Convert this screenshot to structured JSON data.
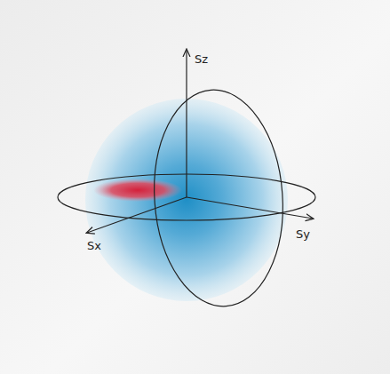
{
  "diagram": {
    "labels": [
      "Sz",
      "Sy",
      "Sx"
    ]
  }
}
